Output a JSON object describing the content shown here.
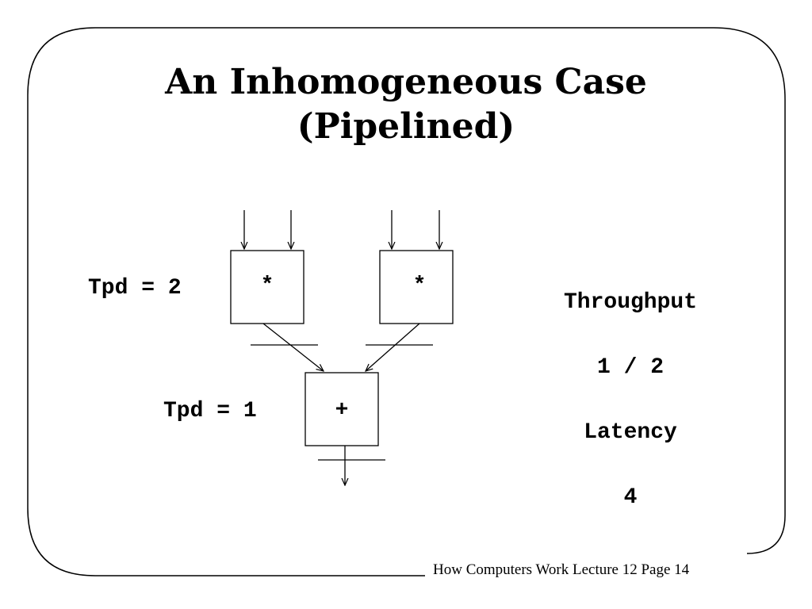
{
  "slide": {
    "title_line1": "An Inhomogeneous Case",
    "title_line2": "(Pipelined)",
    "footer": "How Computers Work Lecture 12 Page 14"
  },
  "diagram": {
    "left_mult_op": "*",
    "right_mult_op": "*",
    "adder_op": "+",
    "mult_tpd_label": "Tpd = 2",
    "adder_tpd_label": "Tpd = 1"
  },
  "metrics": {
    "throughput_label": "Throughput",
    "throughput_value": "1 / 2",
    "latency_label": "Latency",
    "latency_value": "4"
  }
}
